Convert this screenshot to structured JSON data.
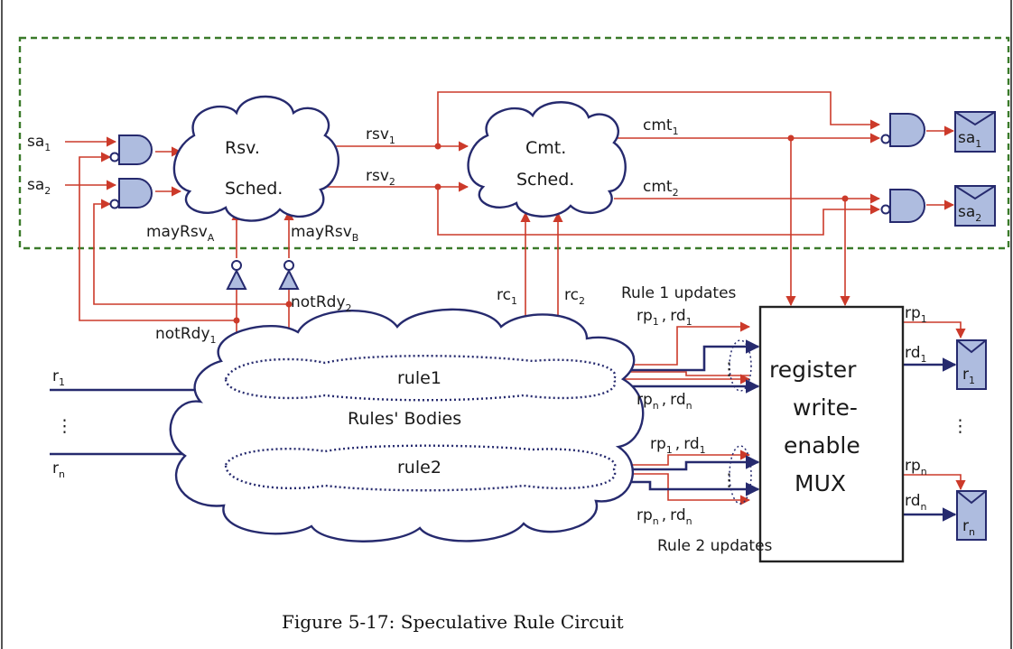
{
  "diagram": {
    "inputs": {
      "sa1": "sa",
      "sa2": "sa",
      "sa_sub1": "1",
      "sa_sub2": "2"
    },
    "rsv_sched": {
      "line1": "Rsv.",
      "line2": "Sched."
    },
    "cmt_sched": {
      "line1": "Cmt.",
      "line2": "Sched."
    },
    "signals": {
      "rsv": "rsv",
      "rsv_sub1": "1",
      "rsv_sub2": "2",
      "cmt": "cmt",
      "cmt_sub1": "1",
      "cmt_sub2": "2",
      "mayRsv": "mayRsv",
      "mayRsv_subA": "A",
      "mayRsv_subB": "B",
      "notRdy": "notRdy",
      "notRdy_sub1": "1",
      "notRdy_sub2": "2",
      "rc": "rc",
      "rc_sub1": "1",
      "rc_sub2": "2"
    },
    "rules": {
      "rule1": "rule1",
      "rule2": "rule2",
      "bodies": "Rules' Bodies",
      "r": "r",
      "r_sub1": "1",
      "r_subn": "n"
    },
    "updates": {
      "rule1_updates": "Rule 1 updates",
      "rule2_updates": "Rule 2 updates",
      "rp": "rp",
      "rd": "rd",
      "sub1": "1",
      "subn": "n",
      "sep": ","
    },
    "mux": {
      "line1": "register",
      "line2": "write-",
      "line3": "enable",
      "line4": "MUX"
    },
    "registers": {
      "r": "r",
      "sub1": "1",
      "subn": "n"
    },
    "dots": "⋮"
  },
  "caption": "Figure 5-17: Speculative Rule Circuit",
  "colors": {
    "wire_red": "#cc3a2a",
    "wire_blue": "#262a6e",
    "fill": "#aebcdf",
    "frame_dash": "#3a7a2a"
  }
}
